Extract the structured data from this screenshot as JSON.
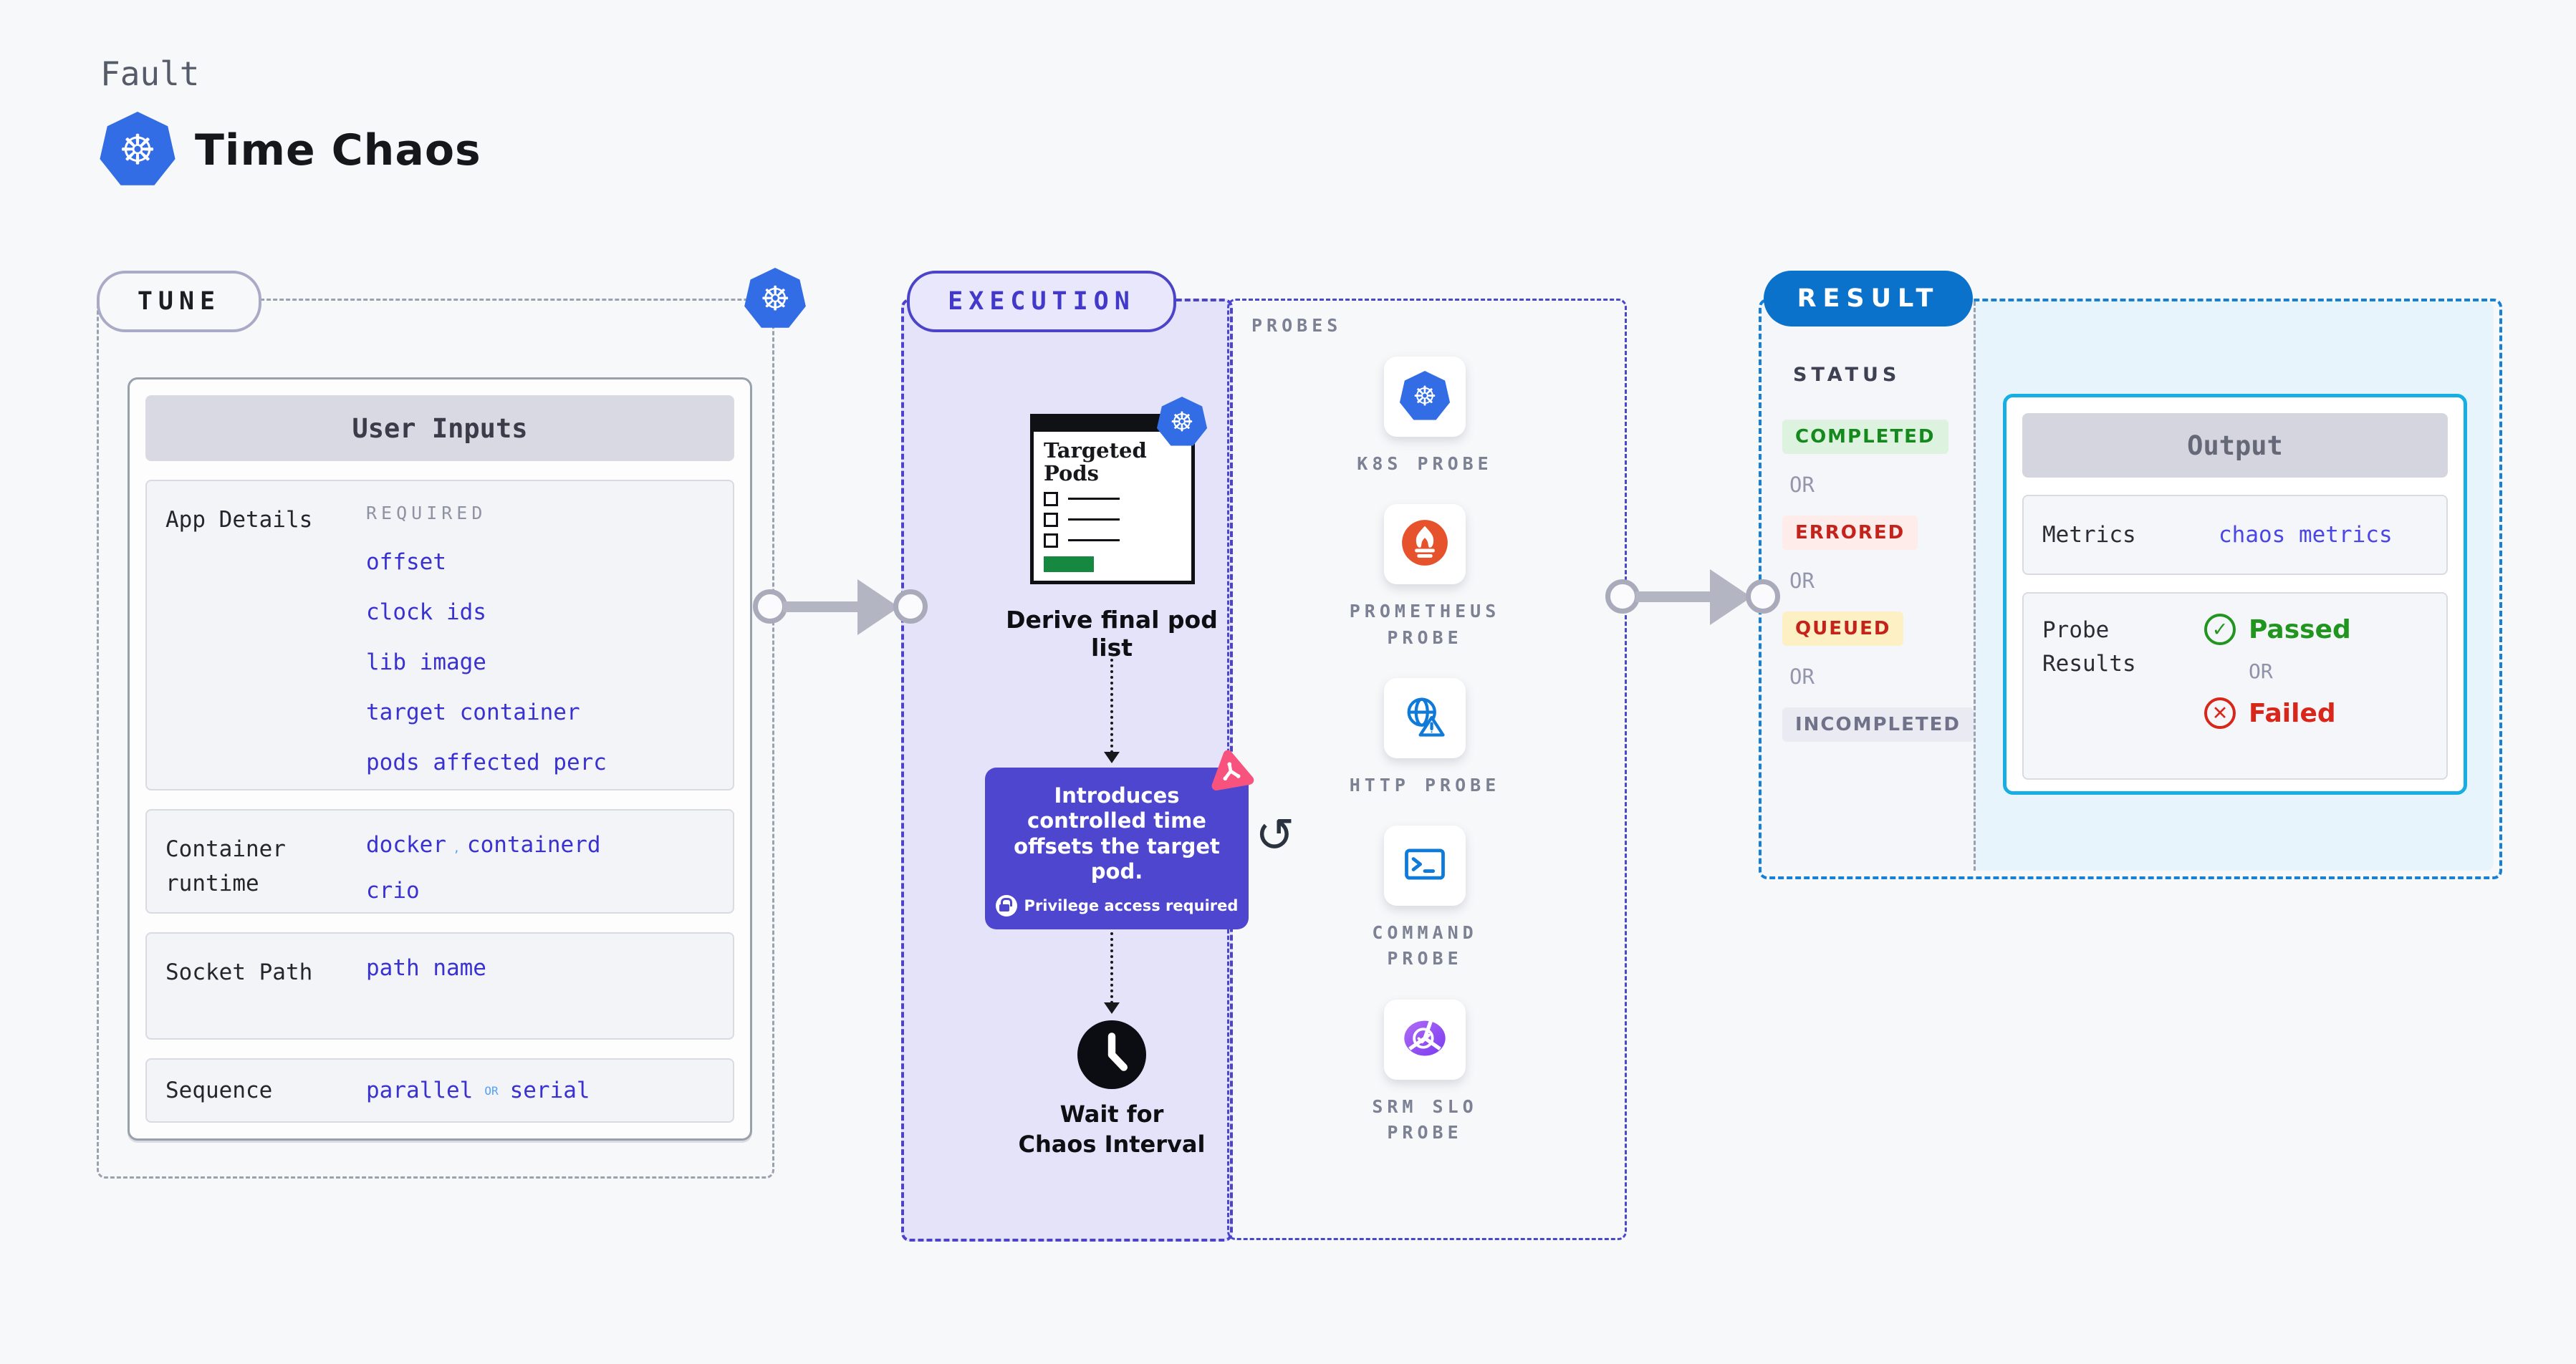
{
  "header": {
    "kicker": "Fault",
    "title": "Time Chaos"
  },
  "tune": {
    "pill": "TUNE",
    "panel_title": "User Inputs",
    "app_details": {
      "label": "App Details",
      "tag": "REQUIRED",
      "links": [
        "offset",
        "clock ids",
        "lib image",
        "target container",
        "pods affected perc"
      ]
    },
    "container_runtime": {
      "label": "Container runtime",
      "v1": "docker",
      "sep": ",",
      "v2": "containerd",
      "v3": "crio"
    },
    "socket_path": {
      "label": "Socket Path",
      "value": "path name"
    },
    "sequence": {
      "label": "Sequence",
      "v1": "parallel",
      "or": "OR",
      "v2": "serial"
    }
  },
  "execution": {
    "pill": "EXECUTION",
    "targeted_pods_title": "Targeted Pods",
    "derive_label": "Derive final pod list",
    "tooltip": {
      "text": "Introduces controlled time offsets the target pod.",
      "note": "Privilege access required"
    },
    "loop_icon": "↺",
    "wait_label": "Wait for Chaos Interval"
  },
  "probes": {
    "title": "PROBES",
    "items": [
      {
        "label": "K8S PROBE",
        "icon": "kubernetes-icon"
      },
      {
        "label": "PROMETHEUS PROBE",
        "icon": "prometheus-icon"
      },
      {
        "label": "HTTP PROBE",
        "icon": "http-globe-icon"
      },
      {
        "label": "COMMAND PROBE",
        "icon": "terminal-icon"
      },
      {
        "label": "SRM SLO PROBE",
        "icon": "slo-donut-icon"
      }
    ]
  },
  "result": {
    "pill": "RESULT",
    "status_title": "STATUS",
    "or": "OR",
    "statuses": [
      {
        "label": "COMPLETED",
        "bg": "#def3df",
        "fg": "#15891d"
      },
      {
        "label": "ERRORED",
        "bg": "#fdecea",
        "fg": "#c4231b"
      },
      {
        "label": "QUEUED",
        "bg": "#fdf0c5",
        "fg": "#c4231b"
      },
      {
        "label": "INCOMPLETED",
        "bg": "#eaebf2",
        "fg": "#6f7288"
      }
    ],
    "output": {
      "title": "Output",
      "metrics_label": "Metrics",
      "metrics_value": "chaos metrics",
      "probe_results_label": "Probe Results",
      "passed": "Passed",
      "or": "OR",
      "failed": "Failed",
      "passed_icon": "✓",
      "failed_icon": "✕"
    }
  },
  "icons": {
    "kubernetes_glyph": "☸"
  },
  "colors": {
    "page_bg": "#f7f8fa",
    "kubernetes_blue": "#326de6",
    "link_indigo": "#3a31d1",
    "light_blue_or": "#55a1f5",
    "execution_bg": "#e5e3f9",
    "execution_border": "#4b44c8",
    "tooltip_bg": "#4f46cf",
    "result_blue": "#0b72cc",
    "result_border": "#1580d5",
    "output_border": "#16aee3",
    "passed_green": "#21961f",
    "failed_red": "#d8261b",
    "prometheus_orange": "#e6522c",
    "srm_purple": "#8a4cf2",
    "pink_node": "#f8537f",
    "targeted_green": "#17883f",
    "arrow_gray": "#b3b5c3"
  }
}
